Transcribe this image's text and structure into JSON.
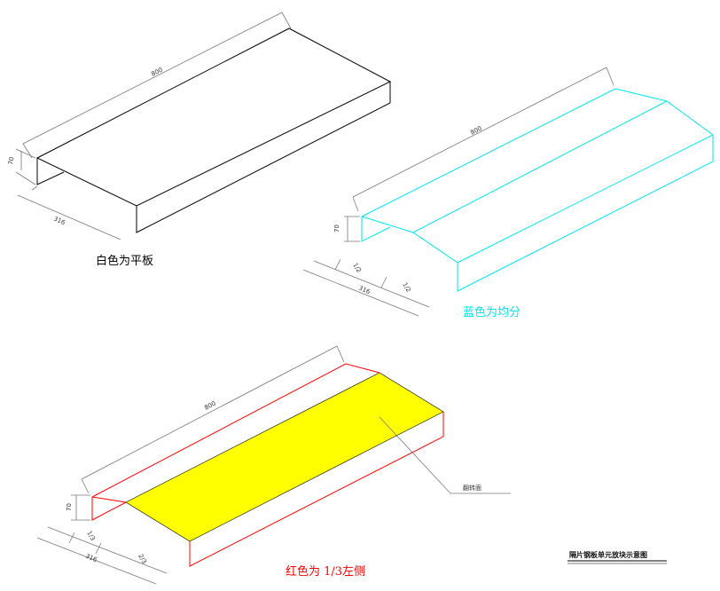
{
  "diagram": {
    "colors": {
      "flat": "#000000",
      "blue": "#00e5ee",
      "red": "#ff0000",
      "fill": "#ffff00",
      "dim": "#777777"
    },
    "top_left": {
      "length_label": "800",
      "height_label": "70",
      "width_label": "316",
      "caption": "白色为平板"
    },
    "top_right": {
      "length_label": "800",
      "height_label": "70",
      "width_label": "316",
      "seg_label_a": "1/2",
      "seg_label_b": "1/2",
      "caption": "蓝色为均分"
    },
    "bottom": {
      "length_label": "800",
      "height_label": "70",
      "width_label": "316",
      "seg_label_a": "1/3",
      "seg_label_b": "2/3",
      "leader_label": "翻转面",
      "caption": "红色为 1/3左侧"
    },
    "title": "隔片钢板单元放块示意图"
  }
}
